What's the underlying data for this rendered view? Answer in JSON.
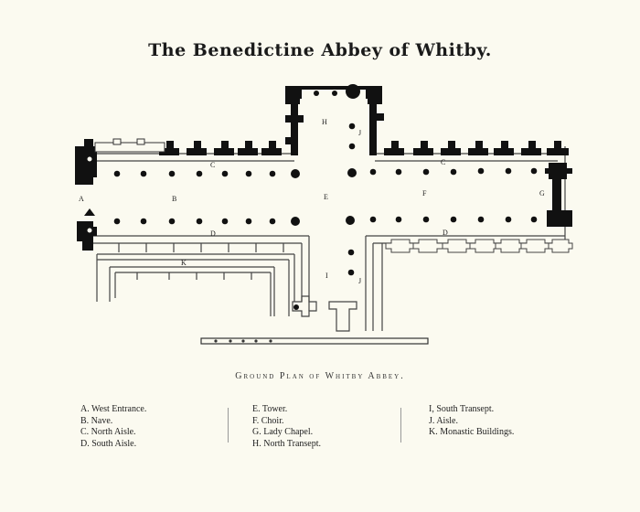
{
  "title": "The Benedictine Abbey of Whitby.",
  "caption": "Ground Plan of Whitby Abbey.",
  "plan_letters": {
    "A": "A",
    "B": "B",
    "C": "C",
    "D": "D",
    "E": "E",
    "F": "F",
    "G": "G",
    "H": "H",
    "I": "I",
    "J": "J",
    "K": "K"
  },
  "legend": {
    "col1": [
      "A. West Entrance.",
      "B. Nave.",
      "C. North Aisle.",
      "D. South Aisle."
    ],
    "col2": [
      "E. Tower.",
      "F. Choir.",
      "G. Lady Chapel.",
      "H. North Transept."
    ],
    "col3": [
      "I, South Transept.",
      "J. Aisle.",
      "K. Monastic Buildings."
    ]
  },
  "colors": {
    "background": "#fbfaf0",
    "ink": "#111111",
    "line": "#555555"
  }
}
